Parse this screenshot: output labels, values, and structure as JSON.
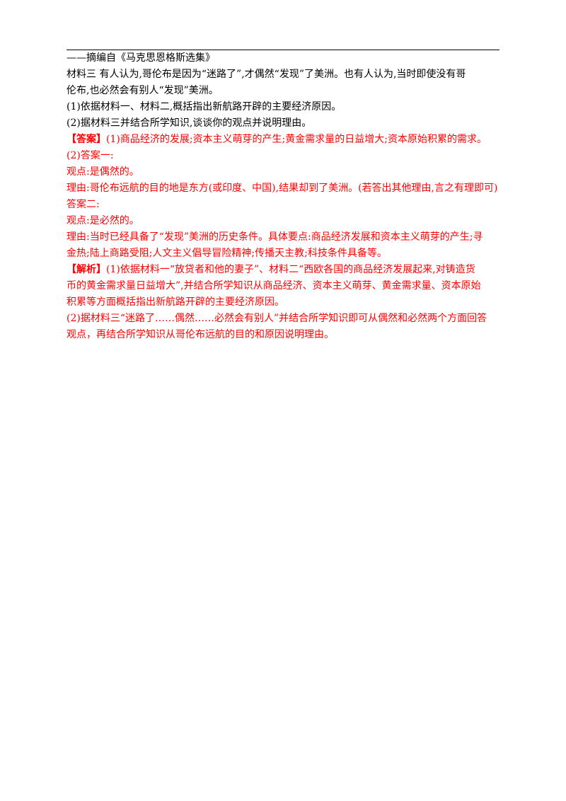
{
  "colors": {
    "text": "#000000",
    "answer": "#ff0000",
    "rule": "#000000"
  },
  "source_line": "——摘编自《马克思恩格斯选集》",
  "material3": [
    "材料三    有人认为,哥伦布是因为“迷路了”,才偶然“发现”了美洲。也有人认为,当时即使没有哥",
    "伦布,也必然会有别人“发现”美洲。"
  ],
  "questions": [
    "(1)依据材料一、材料二,概括指出新航路开辟的主要经济原因。",
    "(2)据材料三并结合所学知识,谈谈你的观点并说明理由。"
  ],
  "answer": {
    "tag": "【答案】",
    "q1": "(1)商品经济的发展;资本主义萌芽的产生;黄金需求量的日益增大;资本原始积累的需求。",
    "q2_header": "(2)答案一:",
    "opinion1": "观点:是偶然的。",
    "reason1": "理由:哥伦布远航的目的地是东方(或印度、中国),结果却到了美洲。(若答出其他理由,言之有理即可)",
    "answer2_header": "答案二:",
    "opinion2": "观点:是必然的。",
    "reason2": [
      "理由:当时已经具备了“发现”美洲的历史条件。具体要点:商品经济发展和资本主义萌芽的产生;寻",
      "金热;陆上商路受阻;人文主义倡导冒险精神;传播天主教;科技条件具备等。"
    ]
  },
  "analysis": {
    "tag": "【解析】",
    "lines": [
      "(1)依据材料一“放贷者和他的妻子”、材料二“西欧各国的商品经济发展起来,对铸造货",
      "币的黄金需求量日益增大”,并结合所学知识从商品经济、资本主义萌芽、黄金需求量、资本原始",
      "积累等方面概括指出新航路开辟的主要经济原因。",
      "(2)据材料三“迷路了……偶然……必然会有别人”并结合所学知识即可从偶然和必然两个方面回答",
      "观点，再结合所学知识从哥伦布远航的目的和原因说明理由。"
    ]
  }
}
